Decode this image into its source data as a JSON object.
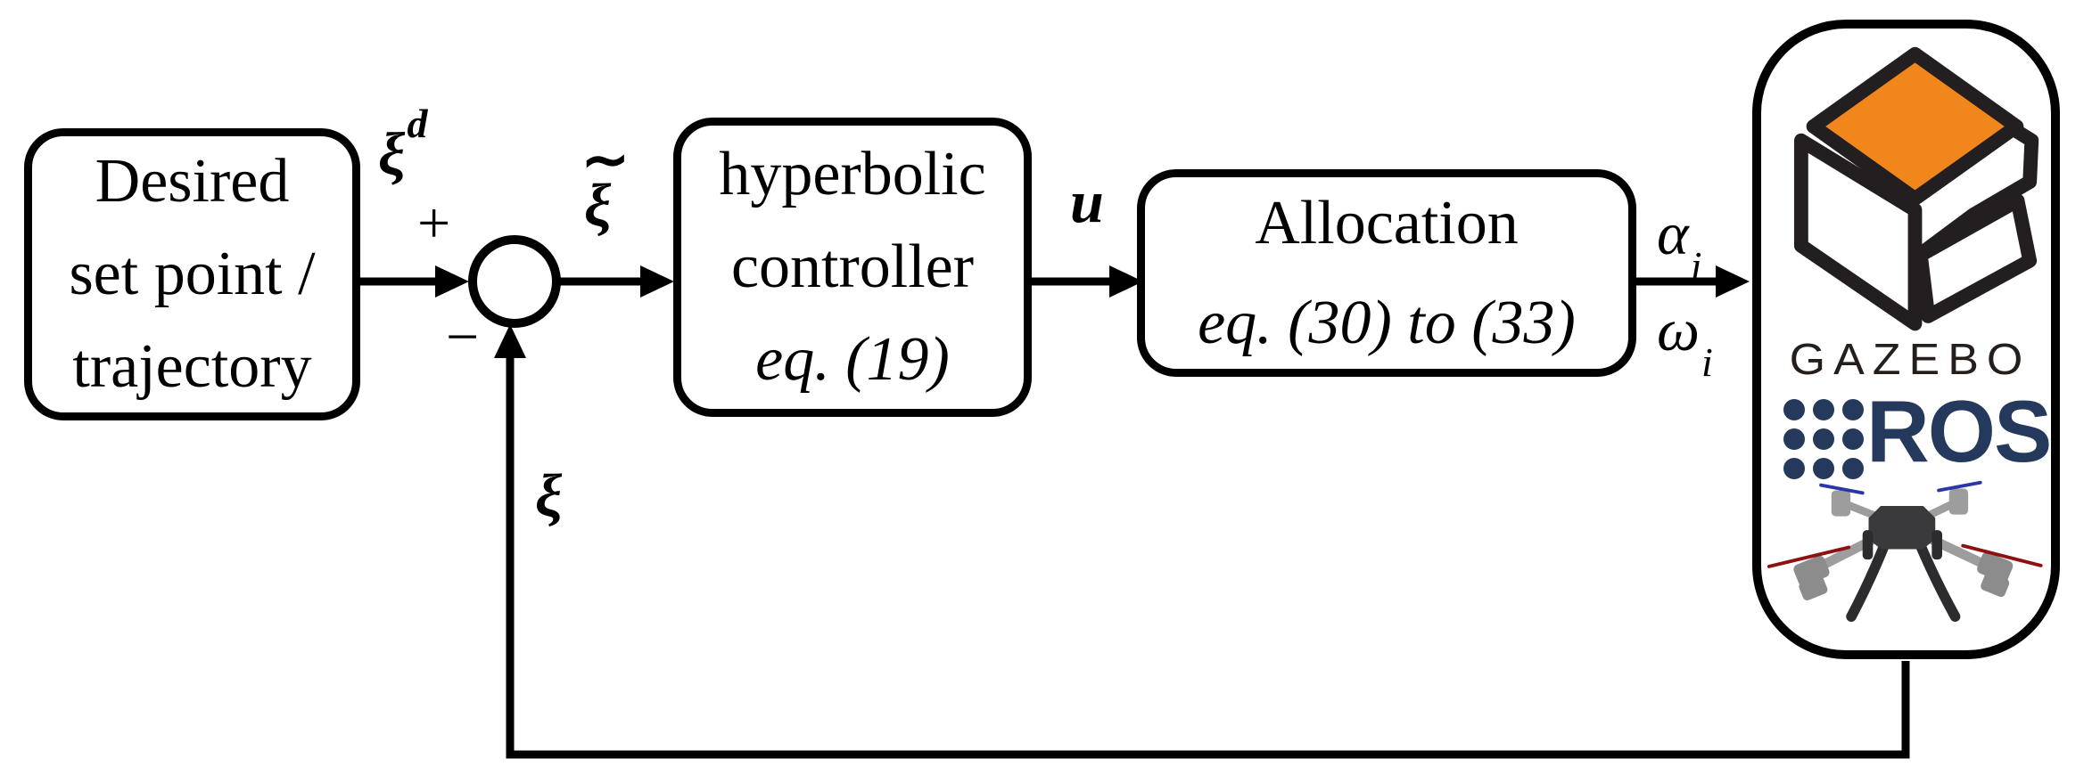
{
  "blocks": {
    "desired": {
      "line1": "Desired",
      "line2": "set point /",
      "line3": "trajectory"
    },
    "controller": {
      "line1": "hyperbolic",
      "line2": "controller",
      "eq": "eq. (19)"
    },
    "allocation": {
      "line1": "Allocation",
      "eq": "eq. (30) to (33)"
    },
    "plant": {
      "gazebo_text": "GAZEBO",
      "ros_text": "ROS"
    }
  },
  "signals": {
    "reference_base": "ξ",
    "reference_sup": "d",
    "plus": "+",
    "minus": "−",
    "error_accent": "∼",
    "error_base": "ξ",
    "control": "u",
    "alpha_base": "α",
    "alpha_sub": "i",
    "omega_base": "ω",
    "omega_sub": "i",
    "feedback": "ξ"
  },
  "colors": {
    "line": "#000000",
    "gazebo_orange": "#F0861C",
    "gazebo_dark": "#231F20",
    "ros_navy": "#24395B",
    "prop_red": "#8E1010",
    "prop_blue": "#2A35A8",
    "drone_gray": "#9D9D9D",
    "drone_gray_dark": "#8C8C8C",
    "drone_body": "#3A3A3C",
    "drone_leg": "#2C2C2E"
  }
}
